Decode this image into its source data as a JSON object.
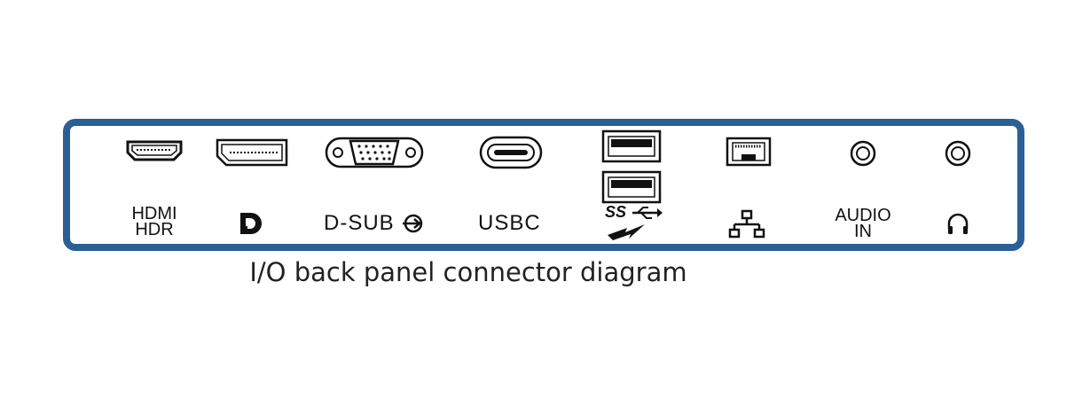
{
  "panel": {
    "border_color": "#2b5f96",
    "ports": [
      {
        "id": "hdmi",
        "label_line1": "HDMI",
        "label_line2": "HDR",
        "icon": "hdmi-port-icon"
      },
      {
        "id": "displayport",
        "icon": "displayport-port-icon",
        "label_icon": "displayport-logo-icon"
      },
      {
        "id": "dsub",
        "label": "D-SUB",
        "icon": "vga-port-icon",
        "label_icon": "vga-input-icon"
      },
      {
        "id": "usbc",
        "label": "USBC",
        "icon": "usb-c-port-icon"
      },
      {
        "id": "usb-a",
        "label": "SS",
        "icon": "usb-a-ports-icon",
        "label_icon": "superspeed-usb-charging-icon"
      },
      {
        "id": "ethernet",
        "icon": "rj45-port-icon",
        "label_icon": "network-icon"
      },
      {
        "id": "audio-in",
        "label_line1": "AUDIO",
        "label_line2": "IN",
        "icon": "audio-jack-icon"
      },
      {
        "id": "headphone",
        "icon": "audio-jack-icon",
        "label_icon": "headphone-icon"
      }
    ]
  },
  "caption": "I/O back panel connector diagram"
}
